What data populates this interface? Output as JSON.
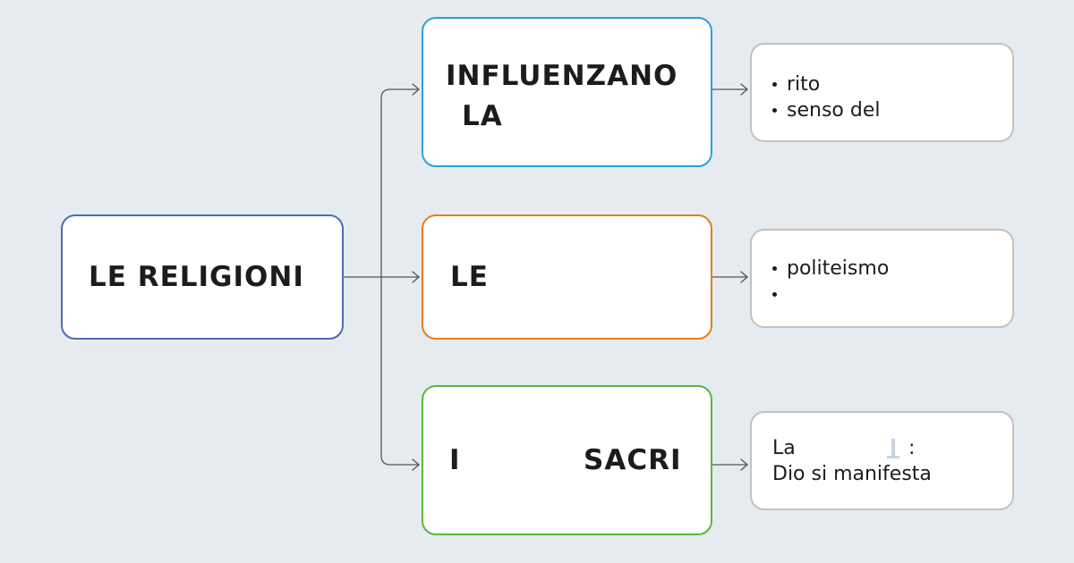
{
  "root": {
    "title": "LE RELIGIONI"
  },
  "branches": [
    {
      "title_line1": "INFLUENZANO",
      "title_line2": "LA",
      "note_items": [
        "rito",
        "senso del"
      ],
      "color": "#27a2d6"
    },
    {
      "title": "LE",
      "note_items": [
        "politeismo",
        ""
      ],
      "color": "#e57d1c"
    },
    {
      "title_left": "I",
      "title_right": "SACRI",
      "note_line1_left": "La",
      "note_line1_right": ":",
      "note_line2": "Dio si manifesta",
      "color": "#5db53c"
    }
  ],
  "colors": {
    "background": "#e6ebef",
    "root_border": "#4a6eb3",
    "note_border": "#c2c2c2",
    "connector": "#555555"
  },
  "icons": {
    "blank_marker": "text-cursor-icon"
  }
}
